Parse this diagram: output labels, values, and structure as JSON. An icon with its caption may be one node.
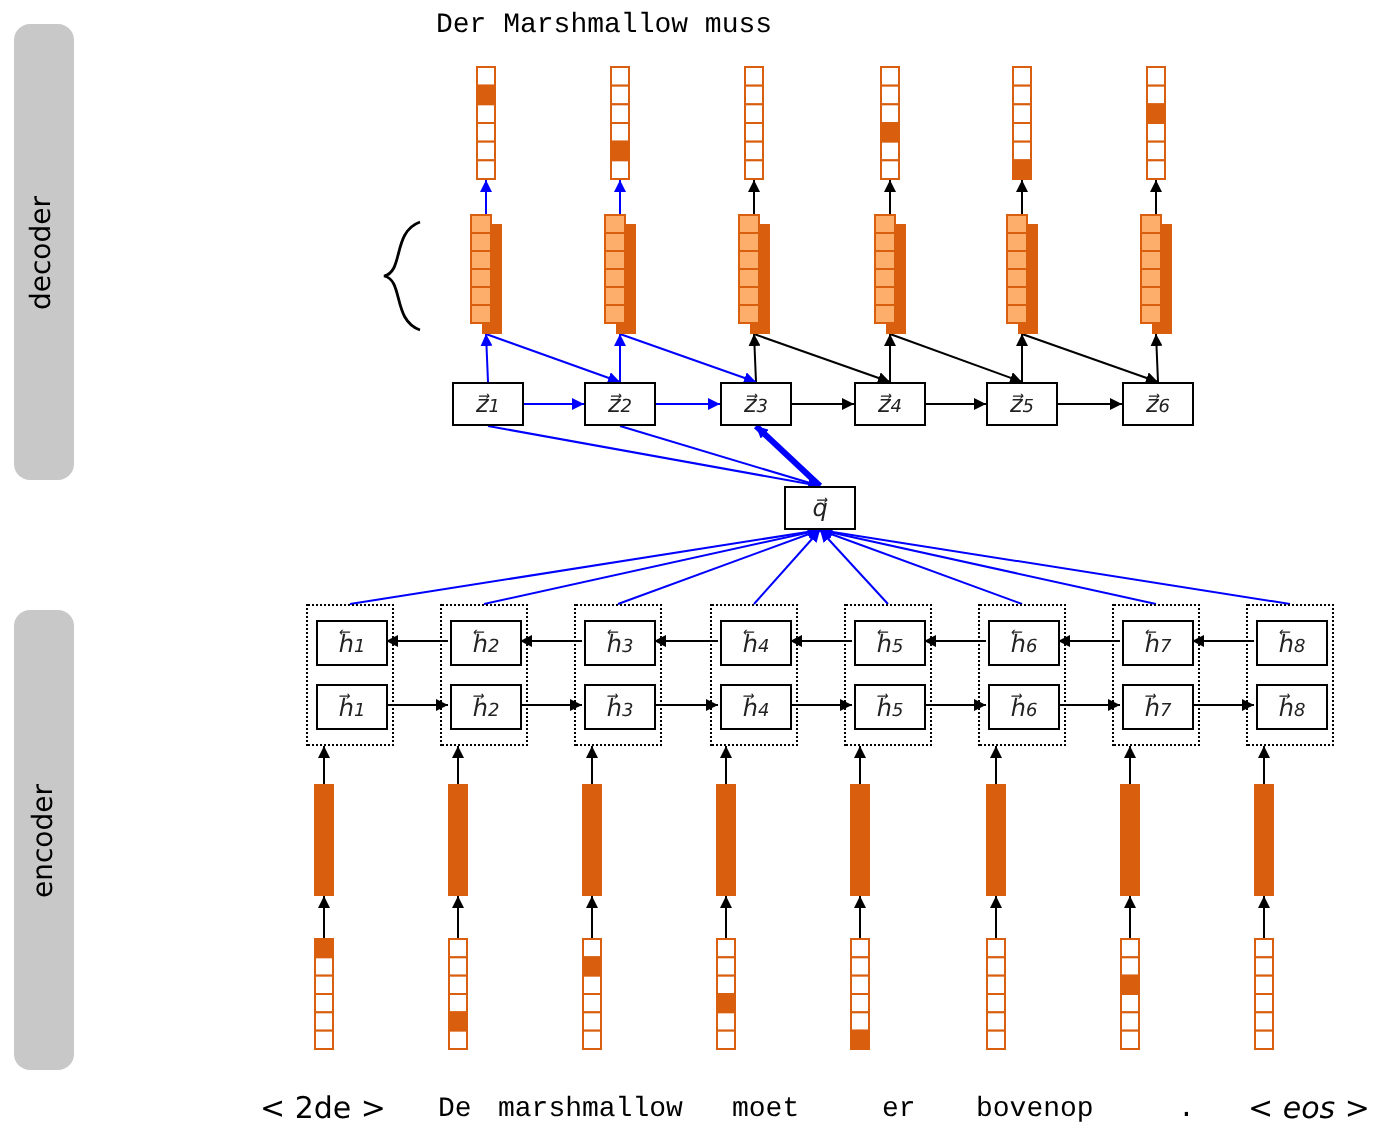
{
  "diagram": {
    "nodes": [
      {
        "text": [
          "decoder"
        ]
      },
      {
        "text": [
          "encoder"
        ]
      },
      {
        "text": [],
        "shape": "bar"
      },
      {
        "text": [],
        "shape": "bar"
      },
      {
        "text": [],
        "shape": "bar"
      },
      {
        "text": [],
        "shape": "bar"
      },
      {
        "text": [],
        "shape": "bar"
      },
      {
        "text": [],
        "shape": "bar"
      },
      {
        "text": [],
        "shape": "bar"
      },
      {
        "text": [],
        "shape": "bar"
      },
      {
        "text": [],
        "shape": "bar"
      },
      {
        "text": [],
        "shape": "bar"
      },
      {
        "text": [],
        "shape": "bar"
      },
      {
        "text": [],
        "shape": "bar"
      },
      {
        "text": [
          "z⃗$_{1}$"
        ]
      },
      {
        "text": [
          "z⃗$_{2}$"
        ]
      },
      {
        "text": [
          "z⃗$_{3}$"
        ]
      },
      {
        "text": [
          "z⃗$_{4}$"
        ]
      },
      {
        "text": [
          "z⃗$_{5}$"
        ]
      },
      {
        "text": [
          "z⃗$_{6}$"
        ]
      },
      {
        "text": [
          "q⃗"
        ]
      },
      {
        "text": [],
        "shape": "box"
      },
      {
        "text": [
          "h⃖$_{1}$"
        ],
        "in": 21
      },
      {
        "text": [
          "h⃗$_{1}$"
        ],
        "in": 21
      },
      {
        "text": [],
        "shape": "box"
      },
      {
        "text": [
          "h⃖$_{2}$"
        ],
        "in": 24
      },
      {
        "text": [
          "h⃗$_{2}$"
        ],
        "in": 24
      },
      {
        "text": [],
        "shape": "box"
      },
      {
        "text": [
          "h⃖$_{3}$"
        ],
        "in": 27
      },
      {
        "text": [
          "h⃗$_{3}$"
        ],
        "in": 27
      },
      {
        "text": [],
        "shape": "box"
      },
      {
        "text": [
          "h⃖$_{4}$"
        ],
        "in": 30
      },
      {
        "text": [
          "h⃗$_{4}$"
        ],
        "in": 30
      },
      {
        "text": [],
        "shape": "box"
      },
      {
        "text": [
          "h⃖$_{5}$"
        ],
        "in": 33
      },
      {
        "text": [
          "h⃗$_{5}$"
        ],
        "in": 33
      },
      {
        "text": [],
        "shape": "box"
      },
      {
        "text": [
          "h⃖$_{6}$"
        ],
        "in": 36
      },
      {
        "text": [
          "h⃗$_{6}$"
        ],
        "in": 36
      },
      {
        "text": [],
        "shape": "box"
      },
      {
        "text": [
          "h⃖$_{7}$"
        ],
        "in": 39
      },
      {
        "text": [
          "h⃗$_{7}$"
        ],
        "in": 39
      },
      {
        "text": [],
        "shape": "box"
      },
      {
        "text": [
          "h⃖$_{8}$"
        ],
        "in": 42
      },
      {
        "text": [
          "h⃗$_{8}$"
        ],
        "in": 42
      },
      {
        "text": [],
        "shape": "bar"
      },
      {
        "text": [],
        "shape": "bar"
      },
      {
        "text": [],
        "shape": "bar"
      },
      {
        "text": [],
        "shape": "bar"
      },
      {
        "text": [],
        "shape": "bar"
      },
      {
        "text": [],
        "shape": "bar"
      },
      {
        "text": [],
        "shape": "bar"
      },
      {
        "text": [],
        "shape": "bar"
      },
      {
        "text": [],
        "shape": "bar"
      },
      {
        "text": [],
        "shape": "bar"
      },
      {
        "text": [],
        "shape": "bar"
      },
      {
        "text": [],
        "shape": "bar"
      },
      {
        "text": [],
        "shape": "bar"
      },
      {
        "text": [],
        "shape": "bar"
      },
      {
        "text": [],
        "shape": "bar"
      },
      {
        "text": [],
        "shape": "bar"
      }
    ],
    "edges": [
      {
        "from": 8,
        "to": 2,
        "arrow": "to",
        "color": "#0000ff"
      },
      {
        "from": 9,
        "to": 3,
        "arrow": "to",
        "color": "#0000ff"
      },
      {
        "from": 10,
        "to": 4,
        "arrow": "to"
      },
      {
        "from": 11,
        "to": 5,
        "arrow": "to"
      },
      {
        "from": 12,
        "to": 6,
        "arrow": "to"
      },
      {
        "from": 13,
        "to": 7,
        "arrow": "to"
      },
      {
        "from": 14,
        "to": 8,
        "arrow": "to",
        "color": "#0000ff"
      },
      {
        "from": 15,
        "to": 9,
        "arrow": "to",
        "color": "#0000ff"
      },
      {
        "from": 16,
        "to": 10,
        "arrow": "to"
      },
      {
        "from": 17,
        "to": 11,
        "arrow": "to"
      },
      {
        "from": 18,
        "to": 12,
        "arrow": "to"
      },
      {
        "from": 19,
        "to": 13,
        "arrow": "to"
      },
      {
        "from": 8,
        "to": 15,
        "arrow": "to",
        "color": "#0000ff"
      },
      {
        "from": 9,
        "to": 16,
        "arrow": "to",
        "color": "#0000ff"
      },
      {
        "from": 10,
        "to": 17,
        "arrow": "to"
      },
      {
        "from": 11,
        "to": 18,
        "arrow": "to"
      },
      {
        "from": 12,
        "to": 19,
        "arrow": "to"
      },
      {
        "from": 14,
        "to": 15,
        "arrow": "to",
        "color": "#0000ff"
      },
      {
        "from": 15,
        "to": 16,
        "arrow": "to",
        "color": "#0000ff"
      },
      {
        "from": 16,
        "to": 17,
        "arrow": "to"
      },
      {
        "from": 17,
        "to": 18,
        "arrow": "to"
      },
      {
        "from": 18,
        "to": 19,
        "arrow": "to"
      },
      {
        "from": 14,
        "to": 20,
        "arrow": "to",
        "color": "#0000ff"
      },
      {
        "from": 15,
        "to": 20,
        "arrow": "to",
        "color": "#0000ff"
      },
      {
        "from": 20,
        "to": 16,
        "arrow": "to",
        "style": "thick",
        "color": "#0000ff"
      },
      {
        "from": 21,
        "to": 20,
        "arrow": "to",
        "color": "#0000ff"
      },
      {
        "from": 24,
        "to": 20,
        "arrow": "to",
        "color": "#0000ff"
      },
      {
        "from": 27,
        "to": 20,
        "arrow": "to",
        "color": "#0000ff"
      },
      {
        "from": 30,
        "to": 20,
        "arrow": "to",
        "color": "#0000ff"
      },
      {
        "from": 33,
        "to": 20,
        "arrow": "to",
        "color": "#0000ff"
      },
      {
        "from": 36,
        "to": 20,
        "arrow": "to",
        "color": "#0000ff"
      },
      {
        "from": 39,
        "to": 20,
        "arrow": "to",
        "color": "#0000ff"
      },
      {
        "from": 42,
        "to": 20,
        "arrow": "to",
        "color": "#0000ff"
      },
      {
        "from": 25,
        "to": 22,
        "arrow": "to"
      },
      {
        "from": 28,
        "to": 25,
        "arrow": "to"
      },
      {
        "from": 31,
        "to": 28,
        "arrow": "to"
      },
      {
        "from": 34,
        "to": 31,
        "arrow": "to"
      },
      {
        "from": 37,
        "to": 34,
        "arrow": "to"
      },
      {
        "from": 40,
        "to": 37,
        "arrow": "to"
      },
      {
        "from": 43,
        "to": 40,
        "arrow": "to"
      },
      {
        "from": 23,
        "to": 26,
        "arrow": "to"
      },
      {
        "from": 26,
        "to": 29,
        "arrow": "to"
      },
      {
        "from": 29,
        "to": 32,
        "arrow": "to"
      },
      {
        "from": 32,
        "to": 35,
        "arrow": "to"
      },
      {
        "from": 35,
        "to": 38,
        "arrow": "to"
      },
      {
        "from": 38,
        "to": 41,
        "arrow": "to"
      },
      {
        "from": 41,
        "to": 44,
        "arrow": "to"
      },
      {
        "from": 45,
        "to": 21,
        "arrow": "to"
      },
      {
        "from": 46,
        "to": 24,
        "arrow": "to"
      },
      {
        "from": 47,
        "to": 27,
        "arrow": "to"
      },
      {
        "from": 48,
        "to": 30,
        "arrow": "to"
      },
      {
        "from": 49,
        "to": 33,
        "arrow": "to"
      },
      {
        "from": 50,
        "to": 36,
        "arrow": "to"
      },
      {
        "from": 51,
        "to": 39,
        "arrow": "to"
      },
      {
        "from": 52,
        "to": 42,
        "arrow": "to"
      },
      {
        "from": 53,
        "to": 45,
        "arrow": "to"
      },
      {
        "from": 54,
        "to": 46,
        "arrow": "to"
      },
      {
        "from": 55,
        "to": 47,
        "arrow": "to"
      },
      {
        "from": 56,
        "to": 48,
        "arrow": "to"
      },
      {
        "from": 57,
        "to": 49,
        "arrow": "to"
      },
      {
        "from": 58,
        "to": 50,
        "arrow": "to"
      },
      {
        "from": 59,
        "to": 51,
        "arrow": "to"
      },
      {
        "from": 60,
        "to": 52,
        "arrow": "to"
      }
    ],
    "labels": [
      "Der Marshmallow muss",
      "< 2de >",
      "De",
      "marshmallow",
      "moet",
      "er",
      "bovenop",
      ".",
      "< *eos* >"
    ]
  }
}
